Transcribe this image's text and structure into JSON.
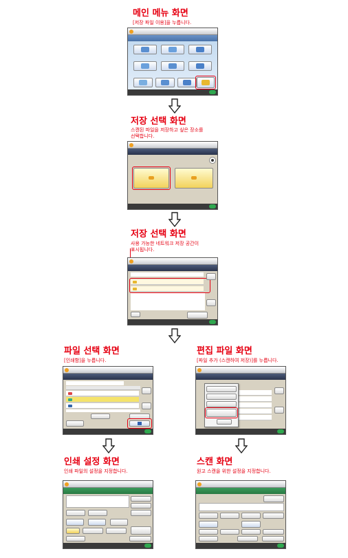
{
  "sections": {
    "main": {
      "heading": "메인 메뉴 화면",
      "desc": "[저장 파일 이용]을 누릅니다."
    },
    "store": {
      "heading": "저장 선택 화면",
      "desc": "스캔된 파일을 저장하고 싶은 장소를\n선택합니다."
    },
    "network": {
      "heading": "저장 선택 화면",
      "desc": "사용 가능한 네트워크 저장 공간이\n표시됩니다."
    },
    "file": {
      "heading": "파일 선택 화면",
      "desc": "[인쇄함]을 누릅니다."
    },
    "edit": {
      "heading": "편집 파일 화면",
      "desc": "[파일 추가 (스캔하여 저장)]를 누릅니다."
    },
    "print": {
      "heading": "인쇄 설정 화면",
      "desc": "인쇄 파일의 설정을 지정합니다."
    },
    "scan": {
      "heading": "스캔 화면",
      "desc": "원고 스캔을 위한 설정을 지정합니다."
    }
  },
  "colors": {
    "accent": "#e60012"
  }
}
